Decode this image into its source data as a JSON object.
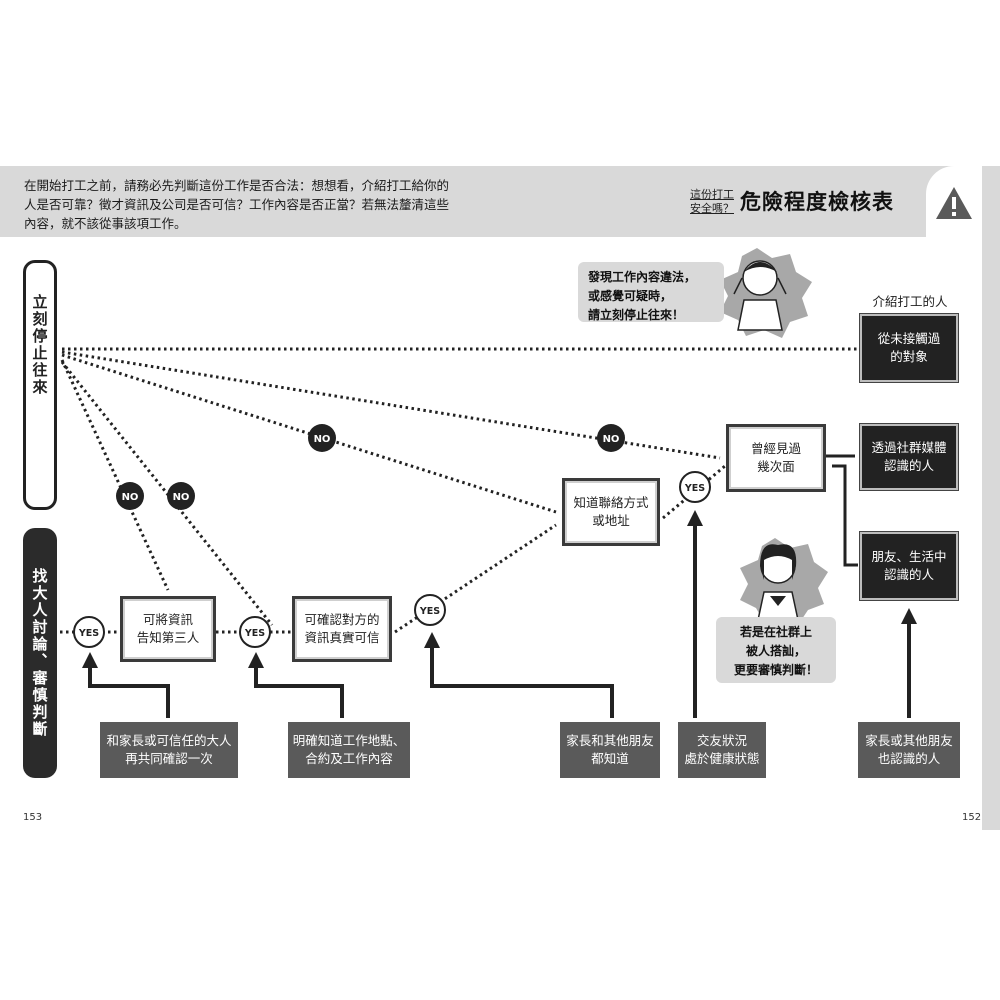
{
  "header": {
    "intro": "在開始打工之前，請務必先判斷這份工作是否合法：想想看，介紹打工給你的人是否可靠？徵才資訊及公司是否可信？工作內容是否正當？若無法釐清這些內容，就不該從事該項工作。",
    "subtitle": "這份打工\n安全嗎？",
    "title": "危險程度檢核表",
    "warning_icon": "warning-triangle-icon"
  },
  "left_labels": {
    "stop": "立刻停止往來",
    "ask": "找大人討論、審慎判斷"
  },
  "flow": {
    "box_third_party": "可將資訊\n告知第三人",
    "box_verify_info": "可確認對方的\n資訊真實可信",
    "box_contact": "知道聯絡方式\n或地址",
    "box_met": "曾經見過\n幾次面"
  },
  "introducer": {
    "heading": "介紹打工的人",
    "never_contacted": "從未接觸過\n的對象",
    "social_media": "透過社群媒體\n認識的人",
    "friends": "朋友、生活中\n認識的人"
  },
  "conditions": {
    "confirm_adult": "和家長或可信任的大人\n再共同確認一次",
    "know_workplace": "明確知道工作地點、\n合約及工作內容",
    "parents_know": "家長和其他朋友\n都知道",
    "healthy_friendship": "交友狀況\n處於健康狀態",
    "parents_recognize": "家長或其他朋友\n也認識的人"
  },
  "callouts": {
    "stop_immediately": "發現工作內容違法，\n或感覺可疑時，\n請立刻停止往來！",
    "social_caution": "若是在社群上\n被人搭訕，\n更要審慎判斷！"
  },
  "badges": {
    "yes": "YES",
    "no": "NO"
  },
  "page_numbers": {
    "left": "153",
    "right": "152"
  },
  "colors": {
    "band": "#d9d9d9",
    "dark": "#222222",
    "grey_box": "#5a5a5a",
    "gear": "#a8a8a8"
  }
}
